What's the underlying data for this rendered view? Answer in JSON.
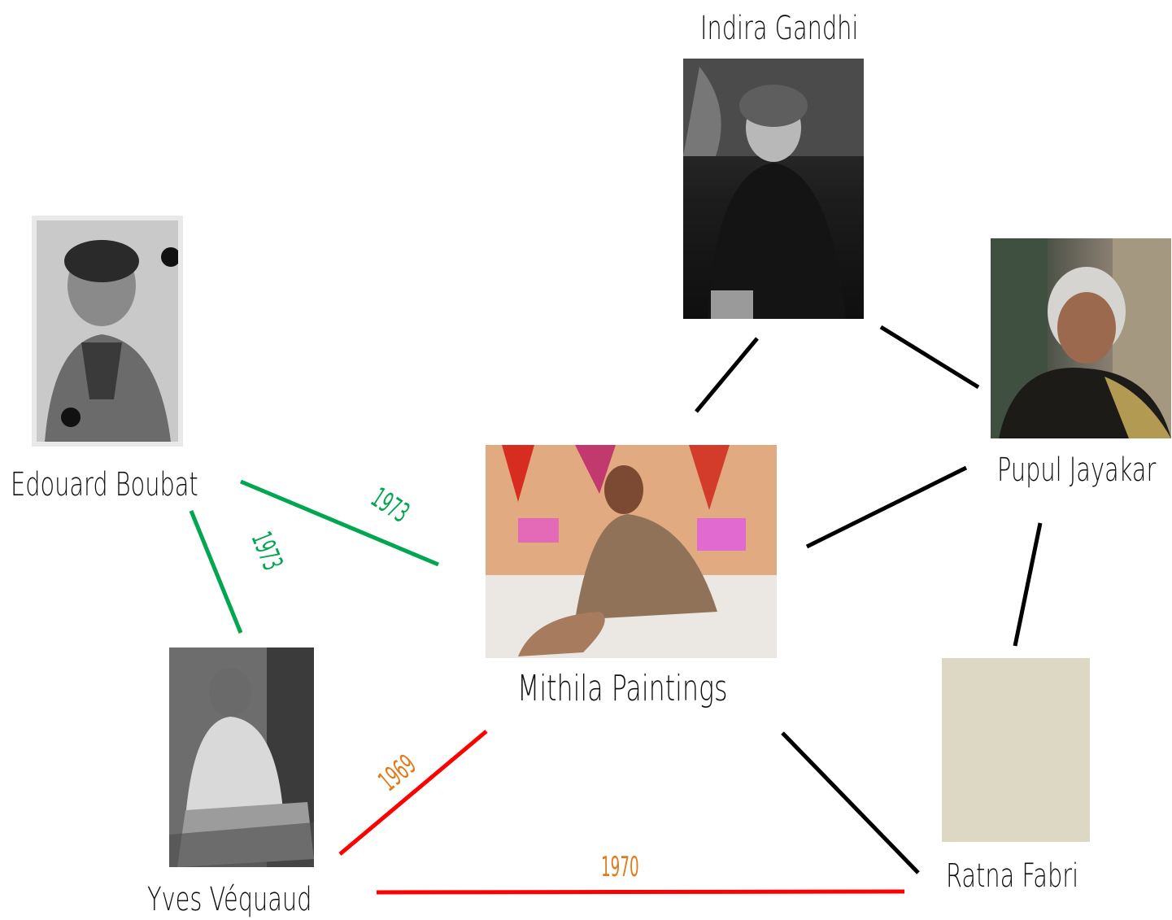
{
  "people": {
    "indira": {
      "name": "Indira Gandhi"
    },
    "pupul": {
      "name": "Pupul Jayakar"
    },
    "edouard": {
      "name": "Edouard Boubat"
    },
    "mithila": {
      "name": "Mithila Paintings"
    },
    "yves": {
      "name": "Yves Véquaud"
    },
    "ratna": {
      "name": "Ratna Fabri"
    }
  },
  "connections": [
    {
      "id": "edouard-mithila",
      "year": "1973",
      "color": "#00a650"
    },
    {
      "id": "edouard-yves",
      "year": "1973",
      "color": "#00a650"
    },
    {
      "id": "yves-mithila",
      "year": "1969",
      "color": "#ff0000",
      "label_color": "#e07b1a"
    },
    {
      "id": "yves-ratna",
      "year": "1970",
      "color": "#ff0000",
      "label_color": "#e07b1a"
    },
    {
      "id": "mithila-indira",
      "year": "",
      "color": "#000000"
    },
    {
      "id": "indira-pupul",
      "year": "",
      "color": "#000000"
    },
    {
      "id": "mithila-pupul",
      "year": "",
      "color": "#000000"
    },
    {
      "id": "pupul-ratna",
      "year": "",
      "color": "#000000"
    },
    {
      "id": "mithila-ratna",
      "year": "",
      "color": "#000000"
    }
  ]
}
